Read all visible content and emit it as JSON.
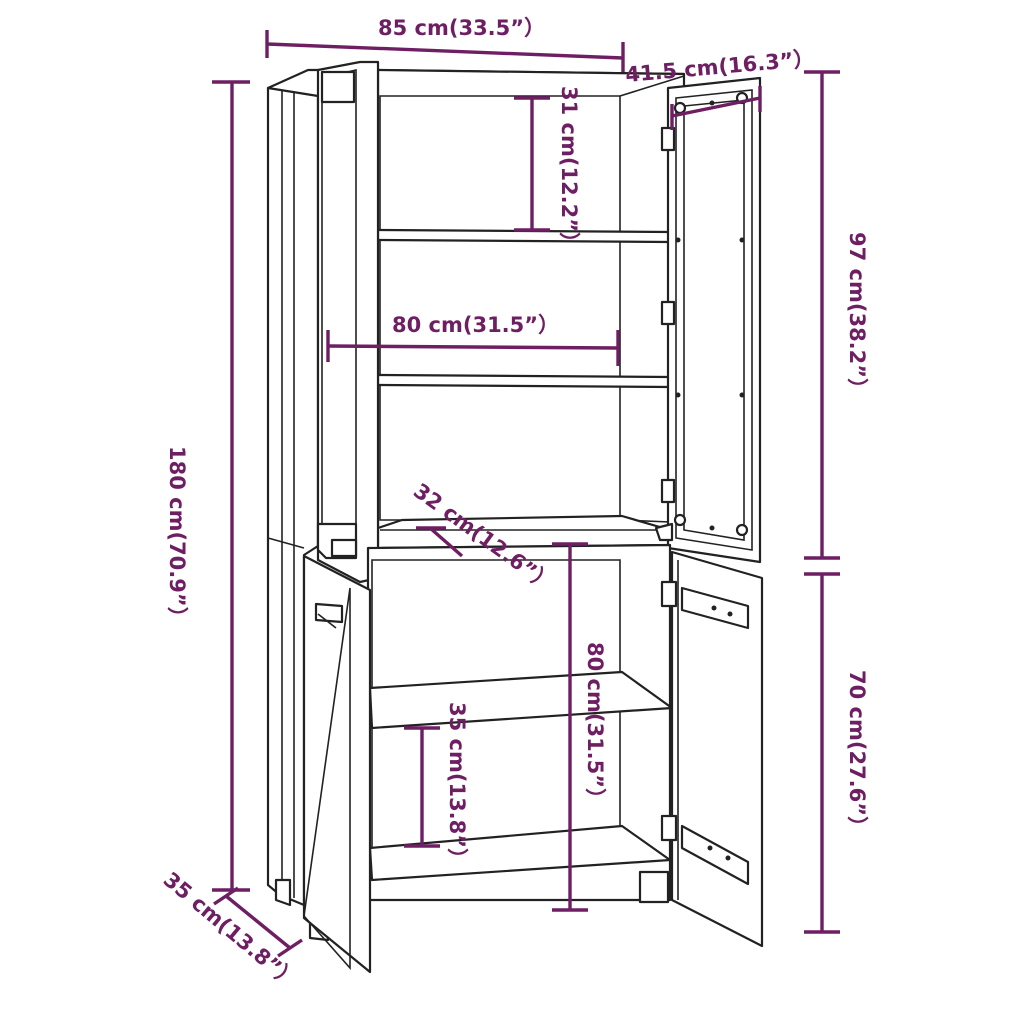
{
  "dimensions": {
    "width_total": "85 cm(33.5”）",
    "depth_top": "41.5 cm(16.3”）",
    "shelf_height": "31 cm(12.2”）",
    "upper_height": "97 cm(38.2”）",
    "inner_width": "80 cm(31.5”）",
    "height_total": "180 cm(70.9”）",
    "shelf_depth": "32 cm(12.6”）",
    "lower_height": "80 cm(31.5”）",
    "lower_cabinet_height": "70 cm(27.6”）",
    "lower_shelf_height": "35 cm(13.8”）",
    "depth_base": "35 cm(13.8”）"
  },
  "colors": {
    "dimension": "#6e1f63",
    "outline": "#222222",
    "background": "#ffffff"
  }
}
